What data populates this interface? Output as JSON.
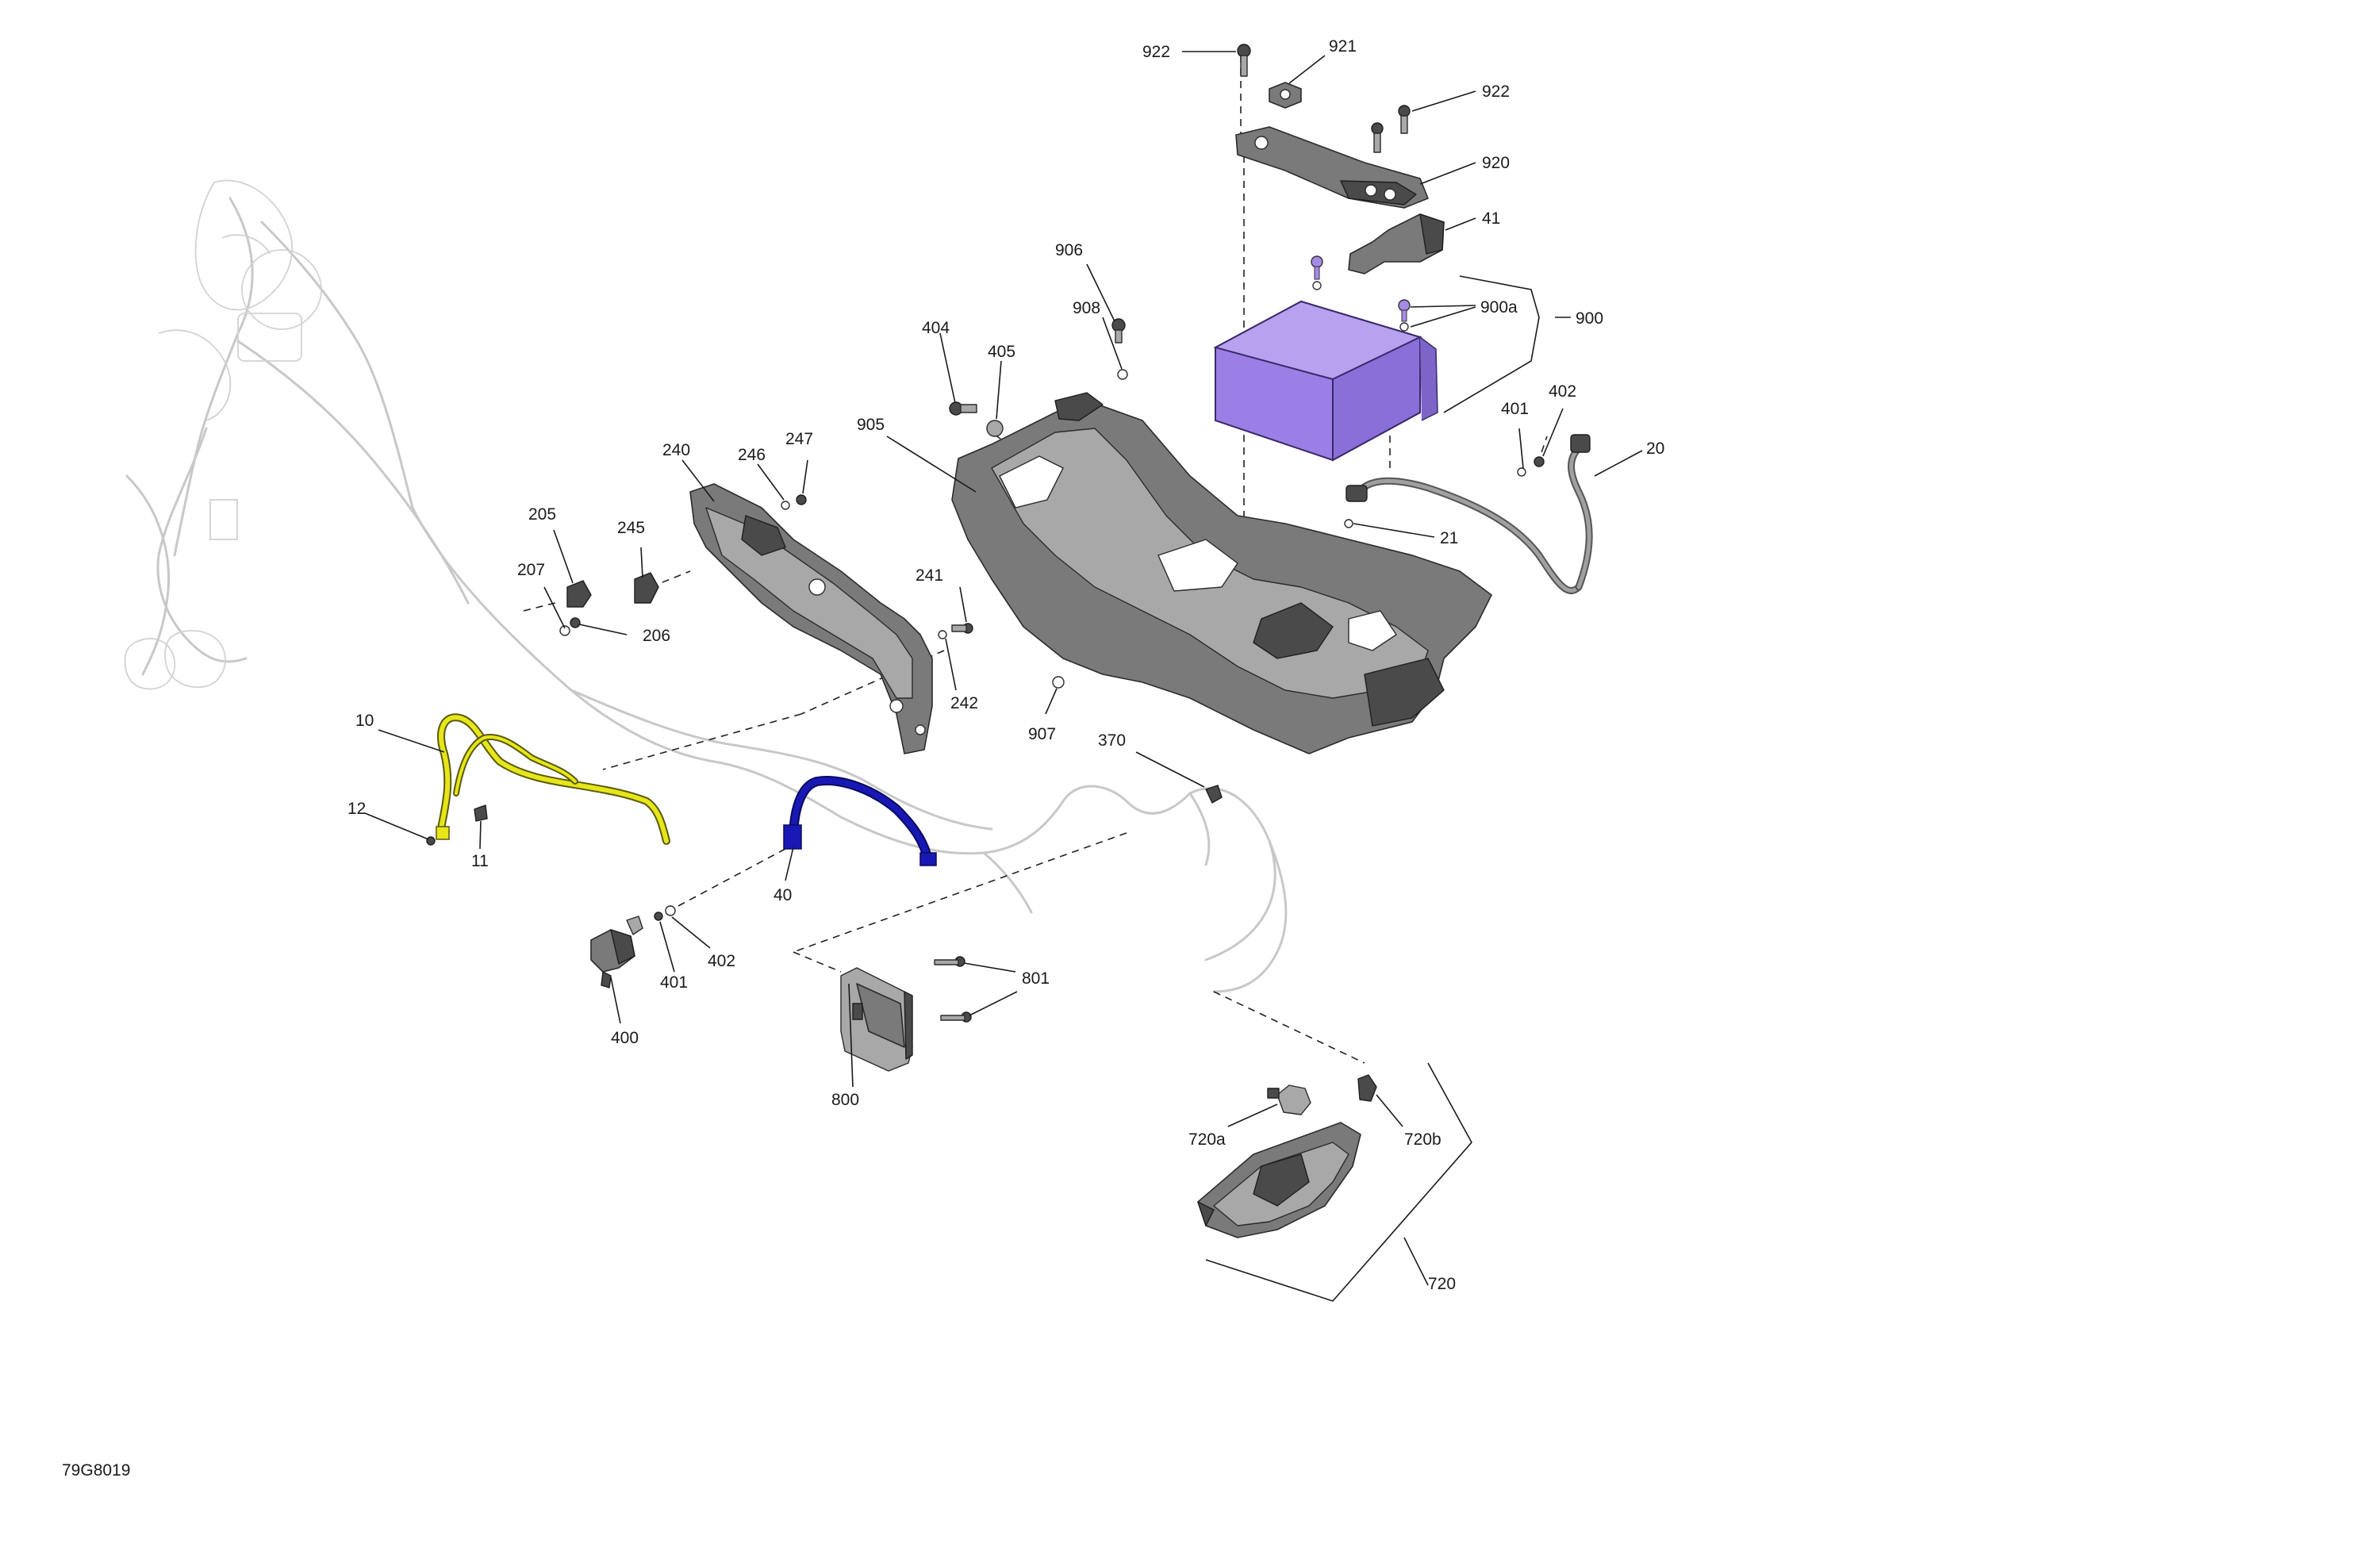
{
  "drawing_id": "79G8019",
  "colors": {
    "battery": "#9b7fe6",
    "ground_cable": "#e6e619",
    "positive_cable": "#1818b4",
    "fastener_accent": "#a68ae8",
    "parts": "#7a7a7a",
    "ghost_harness": "#c8c8c8"
  },
  "callouts": [
    {
      "key": "922",
      "text": "922"
    },
    {
      "key": "921",
      "text": "921"
    },
    {
      "key": "922b",
      "text": "922"
    },
    {
      "key": "920",
      "text": "920"
    },
    {
      "key": "41",
      "text": "41"
    },
    {
      "key": "900",
      "text": "900"
    },
    {
      "key": "900a",
      "text": "900a"
    },
    {
      "key": "906",
      "text": "906"
    },
    {
      "key": "908",
      "text": "908"
    },
    {
      "key": "404",
      "text": "404"
    },
    {
      "key": "405",
      "text": "405"
    },
    {
      "key": "905",
      "text": "905"
    },
    {
      "key": "401b",
      "text": "401"
    },
    {
      "key": "402b",
      "text": "402"
    },
    {
      "key": "20",
      "text": "20"
    },
    {
      "key": "21",
      "text": "21"
    },
    {
      "key": "240",
      "text": "240"
    },
    {
      "key": "246",
      "text": "246"
    },
    {
      "key": "247",
      "text": "247"
    },
    {
      "key": "205",
      "text": "205"
    },
    {
      "key": "245",
      "text": "245"
    },
    {
      "key": "207",
      "text": "207"
    },
    {
      "key": "206",
      "text": "206"
    },
    {
      "key": "241",
      "text": "241"
    },
    {
      "key": "242",
      "text": "242"
    },
    {
      "key": "907",
      "text": "907"
    },
    {
      "key": "370",
      "text": "370"
    },
    {
      "key": "10",
      "text": "10"
    },
    {
      "key": "12",
      "text": "12"
    },
    {
      "key": "11",
      "text": "11"
    },
    {
      "key": "40",
      "text": "40"
    },
    {
      "key": "401",
      "text": "401"
    },
    {
      "key": "402",
      "text": "402"
    },
    {
      "key": "400",
      "text": "400"
    },
    {
      "key": "801",
      "text": "801"
    },
    {
      "key": "800",
      "text": "800"
    },
    {
      "key": "720a",
      "text": "720a"
    },
    {
      "key": "720b",
      "text": "720b"
    },
    {
      "key": "720",
      "text": "720"
    }
  ]
}
